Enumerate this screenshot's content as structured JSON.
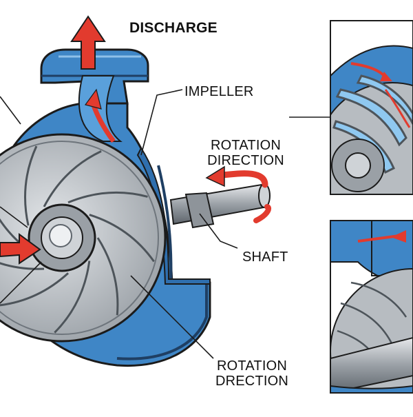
{
  "labels": {
    "discharge": "DISCHARGE",
    "impeller": "IMPELLER",
    "rotation_top_line1": "ROTATION",
    "rotation_top_line2": "DIRECTION",
    "shaft": "SHAFT",
    "rotation_bottom_line1": "ROTATION",
    "rotation_bottom_line2": "DRECTION"
  },
  "colors": {
    "casing_blue": "#3f86c6",
    "casing_dark": "#1f3f63",
    "metal_gray": "#b9bec4",
    "metal_dark": "#6e757c",
    "arrow_red": "#e23b2e",
    "outline": "#1b1b1b"
  },
  "icons": {
    "flow_arrow": "red-flow-arrow-icon",
    "rotation_arrow": "curved-rotation-arrow-icon"
  }
}
